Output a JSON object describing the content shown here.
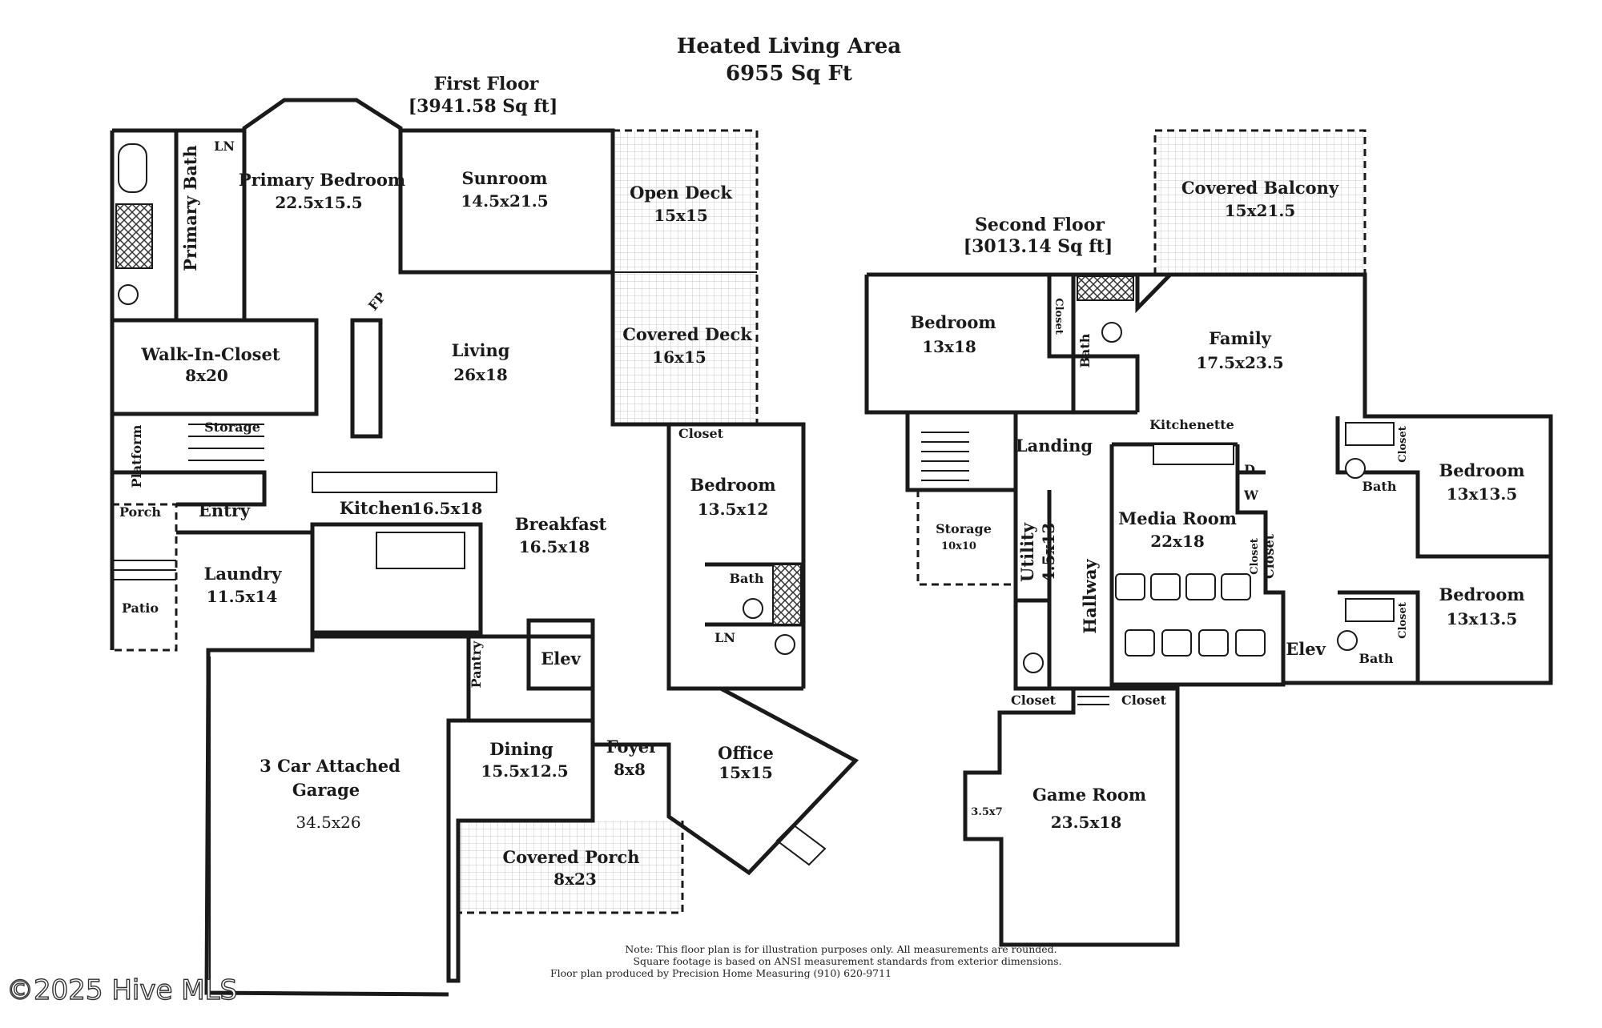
{
  "title": {
    "line1": "Heated Living Area",
    "line2": "6955 Sq Ft"
  },
  "first_floor": {
    "name": "First Floor",
    "area": "[3941.58 Sq ft]",
    "rooms": [
      {
        "name": "Primary Bedroom",
        "dim": "22.5x15.5"
      },
      {
        "name": "Sunroom",
        "dim": "14.5x21.5"
      },
      {
        "name": "Open Deck",
        "dim": "15x15"
      },
      {
        "name": "Primary Bath",
        "dim": ""
      },
      {
        "name": "LN",
        "dim": ""
      },
      {
        "name": "Walk-In-Closet",
        "dim": "8x20"
      },
      {
        "name": "Living",
        "dim": "26x18"
      },
      {
        "name": "Covered Deck",
        "dim": "16x15"
      },
      {
        "name": "FP",
        "dim": ""
      },
      {
        "name": "Storage",
        "dim": ""
      },
      {
        "name": "Platform",
        "dim": ""
      },
      {
        "name": "Porch",
        "dim": ""
      },
      {
        "name": "Entry",
        "dim": ""
      },
      {
        "name": "Kitchen",
        "dim": "16.5x18"
      },
      {
        "name": "Breakfast",
        "dim": "16.5x18"
      },
      {
        "name": "Closet",
        "dim": ""
      },
      {
        "name": "Bedroom",
        "dim": "13.5x12"
      },
      {
        "name": "Laundry",
        "dim": "11.5x14"
      },
      {
        "name": "Patio",
        "dim": ""
      },
      {
        "name": "Bath",
        "dim": ""
      },
      {
        "name": "LN",
        "dim": ""
      },
      {
        "name": "Pantry",
        "dim": ""
      },
      {
        "name": "Elev",
        "dim": ""
      },
      {
        "name": "Dining",
        "dim": "15.5x12.5"
      },
      {
        "name": "Foyer",
        "dim": "8x8"
      },
      {
        "name": "Office",
        "dim": "15x15"
      },
      {
        "name": "3 Car Attached",
        "dim": ""
      },
      {
        "name": "Garage",
        "dim": "34.5x26"
      },
      {
        "name": "Covered Porch",
        "dim": "8x23"
      }
    ]
  },
  "second_floor": {
    "name": "Second Floor",
    "area": "[3013.14 Sq ft]",
    "rooms": [
      {
        "name": "Covered Balcony",
        "dim": "15x21.5"
      },
      {
        "name": "Bedroom",
        "dim": "13x18"
      },
      {
        "name": "Closet",
        "dim": ""
      },
      {
        "name": "Bath",
        "dim": ""
      },
      {
        "name": "Family",
        "dim": "17.5x23.5"
      },
      {
        "name": "Landing",
        "dim": ""
      },
      {
        "name": "Kitchenette",
        "dim": ""
      },
      {
        "name": "Closet",
        "dim": ""
      },
      {
        "name": "Bath",
        "dim": ""
      },
      {
        "name": "Bedroom",
        "dim": "13x13.5"
      },
      {
        "name": "D",
        "dim": ""
      },
      {
        "name": "W",
        "dim": ""
      },
      {
        "name": "Storage",
        "dim": "10x10"
      },
      {
        "name": "Utility",
        "dim": "4.5x13"
      },
      {
        "name": "Media Room",
        "dim": "22x18"
      },
      {
        "name": "Hallway",
        "dim": ""
      },
      {
        "name": "Closet",
        "dim": ""
      },
      {
        "name": "Closet",
        "dim": ""
      },
      {
        "name": "Bedroom",
        "dim": "13x13.5"
      },
      {
        "name": "Elev",
        "dim": ""
      },
      {
        "name": "Bath",
        "dim": ""
      },
      {
        "name": "Closet",
        "dim": ""
      },
      {
        "name": "Closet",
        "dim": ""
      },
      {
        "name": "Closet",
        "dim": ""
      },
      {
        "name": "3.5x7",
        "dim": ""
      },
      {
        "name": "Game Room",
        "dim": "23.5x18"
      }
    ]
  },
  "note": {
    "line1": "Note: This floor plan is for illustration purposes only. All measurements are rounded.",
    "line2": "Square footage is based on ANSI measurement standards from exterior dimensions.",
    "line3": "Floor plan produced by Precision Home Measuring (910) 620-9711"
  },
  "watermark": "©2025 Hive MLS",
  "colors": {
    "line": "#1a1a1a",
    "background": "#ffffff",
    "deck_grid": "#c8c8c8"
  }
}
